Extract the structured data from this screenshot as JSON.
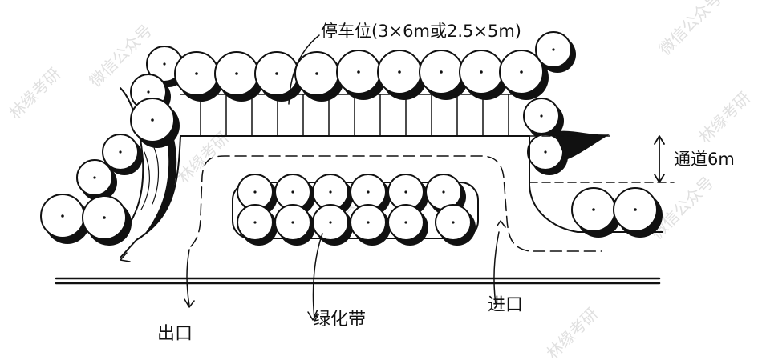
{
  "labels": {
    "parking": "停车位(3×6m或2.5×5m)",
    "aisle": "通道6m",
    "exit": "出口",
    "entrance": "进口",
    "greenbelt": "绿化带"
  },
  "watermarks": {
    "account": "微信公众号",
    "brand": "林缘考研"
  },
  "colors": {
    "ink": "#111111",
    "paper": "#ffffff",
    "watermark": "#c8c8c8"
  }
}
